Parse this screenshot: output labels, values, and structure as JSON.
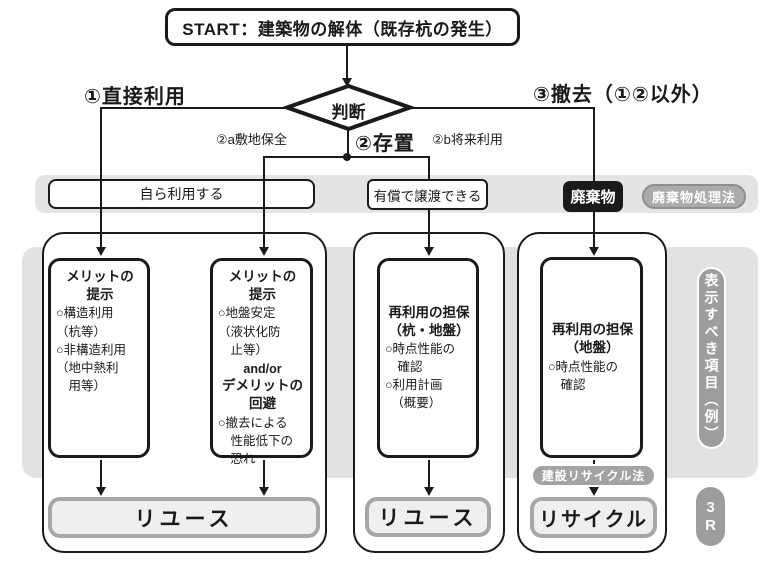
{
  "colors": {
    "ink": "#1a1a1a",
    "band_gray": "#e4e4e4",
    "panel_gray": "#e2e2e2",
    "pill_gray": "#9d9d9d",
    "outcome_fill": "#efefef",
    "outcome_border": "#a7a7a7",
    "waste_box": "#1a1a1a"
  },
  "flow": {
    "start": "START：建築物の解体（既存杭の発生）",
    "decision": "判断",
    "branch1": "①直接利用",
    "branch2a": "②a敷地保全",
    "branch2": "②存置",
    "branch2b": "②b将来利用",
    "branch3": "③撤去（①②以外）"
  },
  "band": {
    "self_use": "自ら利用する",
    "transfer": "有償で譲渡できる",
    "waste": "廃棄物",
    "waste_law": "廃棄物処理法"
  },
  "columns": [
    {
      "header": "メリットの\n提示",
      "body": "○構造利用\n（杭等）\n○非構造利用\n（地中熱利\n　用等）"
    },
    {
      "header": "メリットの\n提示",
      "body": "○地盤安定\n（液状化防\n　止等）",
      "mid": "and/or",
      "header2": "デメリットの\n回避",
      "body2": "○撤去による\n　性能低下の\n　恐れ"
    },
    {
      "header": "再利用の担保\n（杭・地盤）",
      "body": "○時点性能の\n　確認\n○利用計画\n　（概要）"
    },
    {
      "header": "再利用の担保\n（地盤）",
      "body": "○時点性能の\n　確認"
    }
  ],
  "outcomes": {
    "reuse_left": "リユース",
    "reuse_mid": "リユース",
    "recycle": "リサイクル"
  },
  "side": {
    "display_items": "表示すべき項目（例）",
    "recycle_law": "建設リサイクル法",
    "three_r": "3\nR"
  }
}
